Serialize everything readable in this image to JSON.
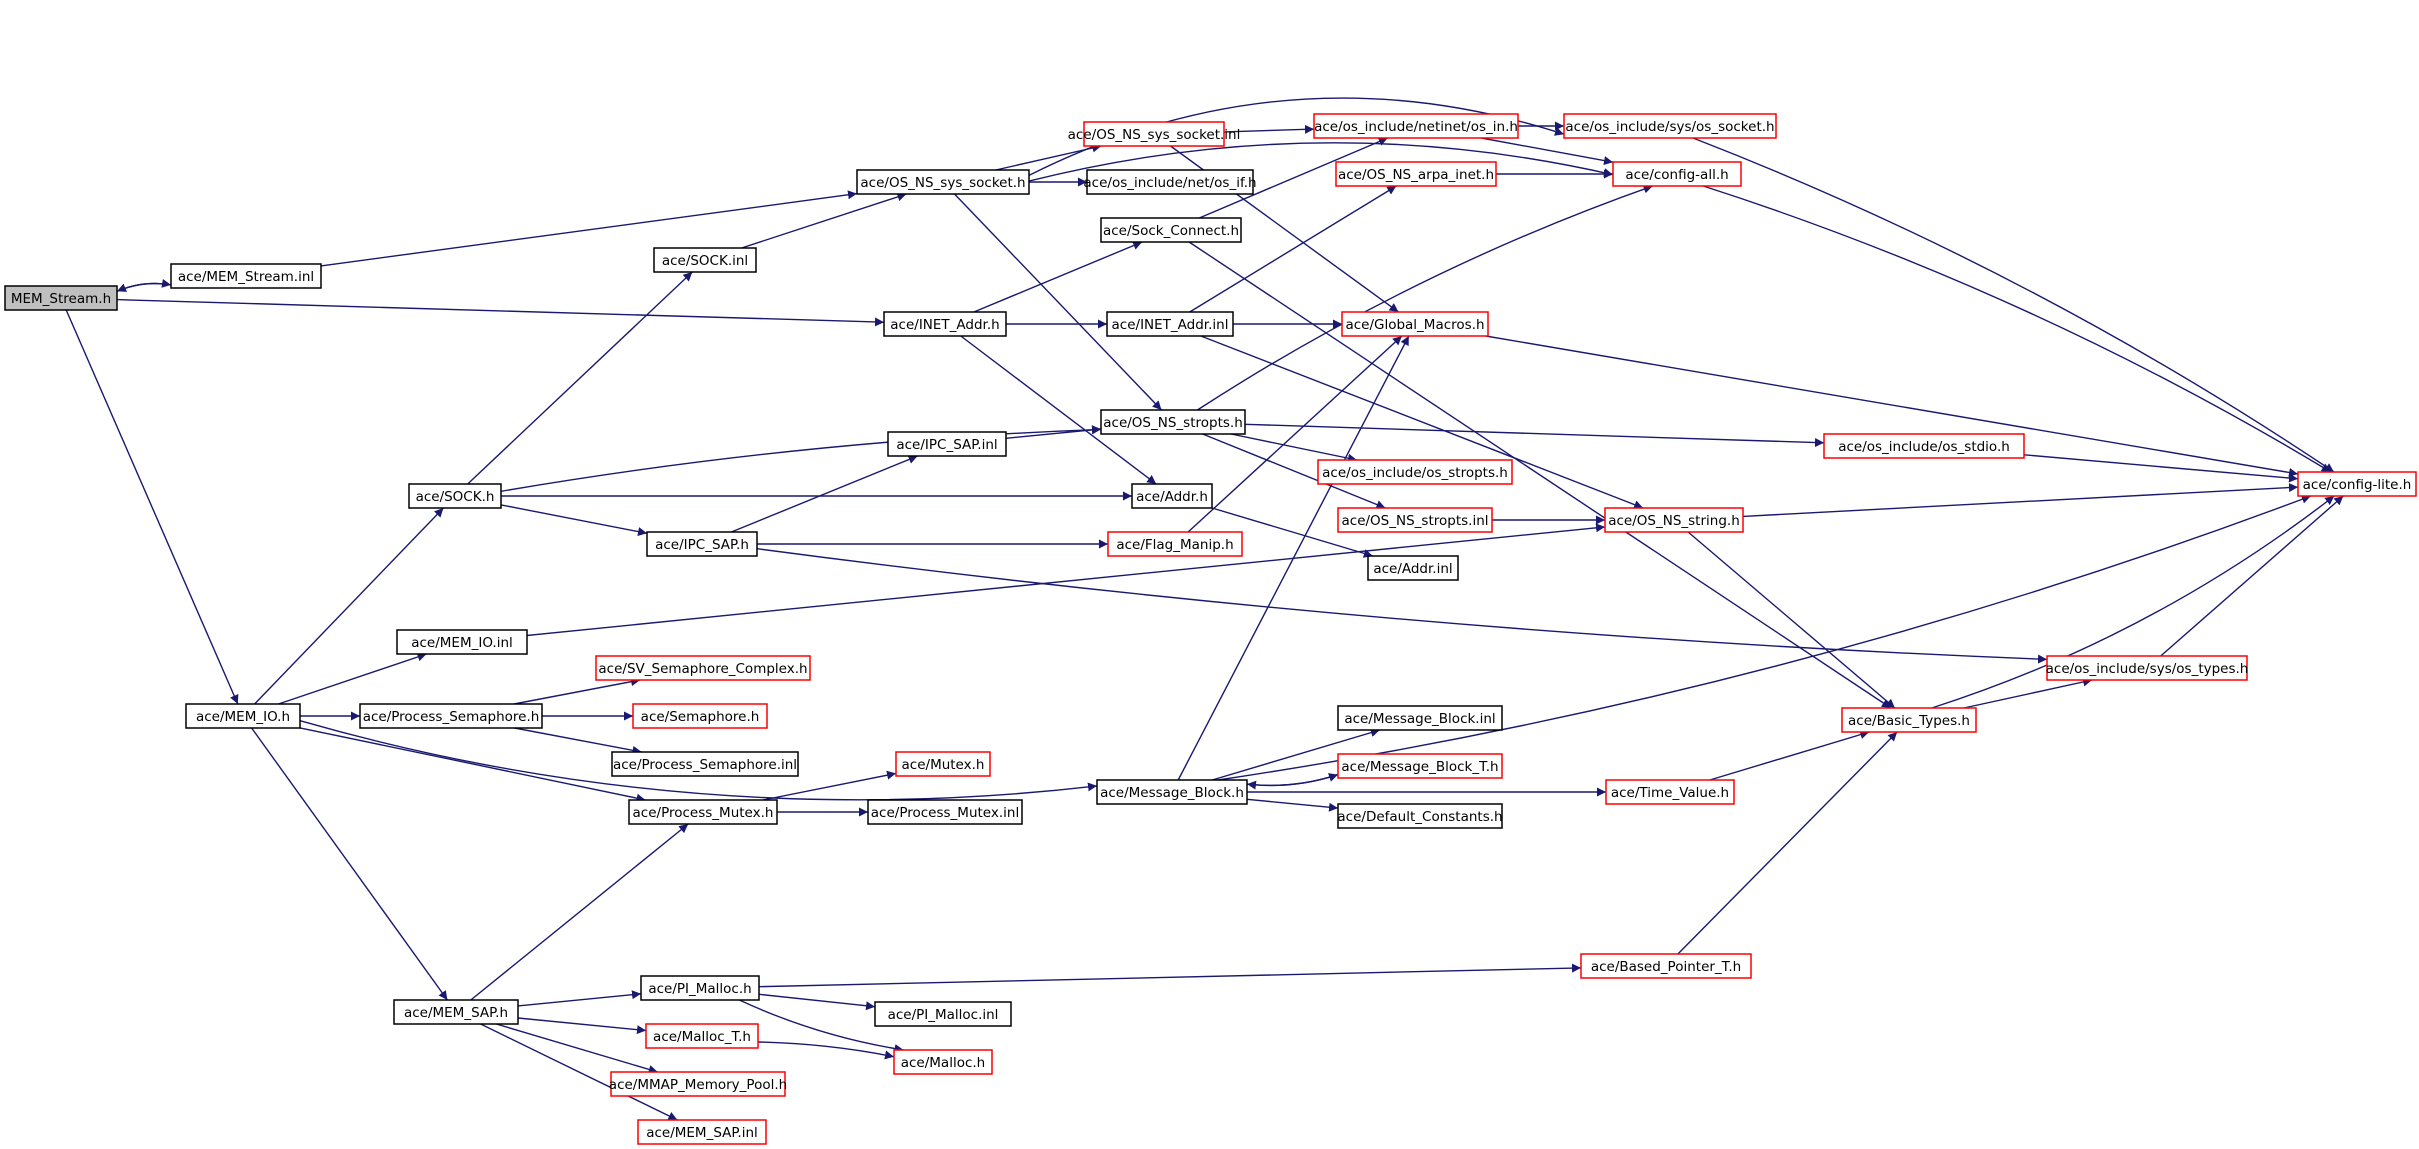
{
  "diagram": {
    "nodes": [
      {
        "id": "n0",
        "label": "MEM_Stream.h",
        "border": "root"
      },
      {
        "id": "n1",
        "label": "ace/MEM_Stream.inl",
        "border": "black"
      },
      {
        "id": "n2",
        "label": "ace/OS_NS_sys_socket.h",
        "border": "black"
      },
      {
        "id": "n3",
        "label": "ace/OS_NS_sys_socket.inl",
        "border": "red"
      },
      {
        "id": "n4",
        "label": "ace/os_include/netinet/os_in.h",
        "border": "red"
      },
      {
        "id": "n5",
        "label": "ace/os_include/sys/os_socket.h",
        "border": "red"
      },
      {
        "id": "n6",
        "label": "ace/os_include/net/os_if.h",
        "border": "black"
      },
      {
        "id": "n7",
        "label": "ace/OS_NS_arpa_inet.h",
        "border": "red"
      },
      {
        "id": "n8",
        "label": "ace/config-all.h",
        "border": "red"
      },
      {
        "id": "n9",
        "label": "ace/Sock_Connect.h",
        "border": "black"
      },
      {
        "id": "n10",
        "label": "ace/SOCK.inl",
        "border": "black"
      },
      {
        "id": "n11",
        "label": "ace/INET_Addr.h",
        "border": "black"
      },
      {
        "id": "n12",
        "label": "ace/INET_Addr.inl",
        "border": "black"
      },
      {
        "id": "n13",
        "label": "ace/Global_Macros.h",
        "border": "red"
      },
      {
        "id": "n14",
        "label": "ace/OS_NS_stropts.h",
        "border": "black"
      },
      {
        "id": "n15",
        "label": "ace/IPC_SAP.inl",
        "border": "black"
      },
      {
        "id": "n16",
        "label": "ace/os_include/os_stropts.h",
        "border": "red"
      },
      {
        "id": "n17",
        "label": "ace/os_include/os_stdio.h",
        "border": "red"
      },
      {
        "id": "n18",
        "label": "ace/config-lite.h",
        "border": "red"
      },
      {
        "id": "n19",
        "label": "ace/SOCK.h",
        "border": "black"
      },
      {
        "id": "n20",
        "label": "ace/Addr.h",
        "border": "black"
      },
      {
        "id": "n21",
        "label": "ace/IPC_SAP.h",
        "border": "black"
      },
      {
        "id": "n22",
        "label": "ace/Flag_Manip.h",
        "border": "red"
      },
      {
        "id": "n23",
        "label": "ace/OS_NS_stropts.inl",
        "border": "red"
      },
      {
        "id": "n24",
        "label": "ace/OS_NS_string.h",
        "border": "red"
      },
      {
        "id": "n25",
        "label": "ace/Addr.inl",
        "border": "black"
      },
      {
        "id": "n26",
        "label": "ace/MEM_IO.inl",
        "border": "black"
      },
      {
        "id": "n27",
        "label": "ace/SV_Semaphore_Complex.h",
        "border": "red"
      },
      {
        "id": "n28",
        "label": "ace/os_include/sys/os_types.h",
        "border": "red"
      },
      {
        "id": "n29",
        "label": "ace/MEM_IO.h",
        "border": "black"
      },
      {
        "id": "n30",
        "label": "ace/Process_Semaphore.h",
        "border": "black"
      },
      {
        "id": "n31",
        "label": "ace/Semaphore.h",
        "border": "red"
      },
      {
        "id": "n32",
        "label": "ace/Message_Block.inl",
        "border": "black"
      },
      {
        "id": "n33",
        "label": "ace/Basic_Types.h",
        "border": "red"
      },
      {
        "id": "n34",
        "label": "ace/Process_Semaphore.inl",
        "border": "black"
      },
      {
        "id": "n35",
        "label": "ace/Mutex.h",
        "border": "red"
      },
      {
        "id": "n36",
        "label": "ace/Message_Block_T.h",
        "border": "red"
      },
      {
        "id": "n37",
        "label": "ace/Message_Block.h",
        "border": "black"
      },
      {
        "id": "n38",
        "label": "ace/Time_Value.h",
        "border": "red"
      },
      {
        "id": "n39",
        "label": "ace/Process_Mutex.h",
        "border": "black"
      },
      {
        "id": "n40",
        "label": "ace/Process_Mutex.inl",
        "border": "black"
      },
      {
        "id": "n41",
        "label": "ace/Default_Constants.h",
        "border": "black"
      },
      {
        "id": "n42",
        "label": "ace/Based_Pointer_T.h",
        "border": "red"
      },
      {
        "id": "n43",
        "label": "ace/PI_Malloc.h",
        "border": "black"
      },
      {
        "id": "n44",
        "label": "ace/MEM_SAP.h",
        "border": "black"
      },
      {
        "id": "n45",
        "label": "ace/PI_Malloc.inl",
        "border": "black"
      },
      {
        "id": "n46",
        "label": "ace/Malloc_T.h",
        "border": "red"
      },
      {
        "id": "n47",
        "label": "ace/Malloc.h",
        "border": "red"
      },
      {
        "id": "n48",
        "label": "ace/MMAP_Memory_Pool.h",
        "border": "red"
      },
      {
        "id": "n49",
        "label": "ace/MEM_SAP.inl",
        "border": "red"
      }
    ],
    "edges": [
      [
        "n0",
        "n1"
      ],
      [
        "n1",
        "n0"
      ],
      [
        "n1",
        "n2"
      ],
      [
        "n0",
        "n11"
      ],
      [
        "n0",
        "n29"
      ],
      [
        "n2",
        "n3"
      ],
      [
        "n2",
        "n6"
      ],
      [
        "n2",
        "n5"
      ],
      [
        "n2",
        "n8"
      ],
      [
        "n2",
        "n14"
      ],
      [
        "n3",
        "n4"
      ],
      [
        "n3",
        "n13"
      ],
      [
        "n4",
        "n5"
      ],
      [
        "n4",
        "n8"
      ],
      [
        "n5",
        "n18"
      ],
      [
        "n7",
        "n8"
      ],
      [
        "n8",
        "n18"
      ],
      [
        "n9",
        "n4"
      ],
      [
        "n9",
        "n33"
      ],
      [
        "n10",
        "n2"
      ],
      [
        "n11",
        "n9"
      ],
      [
        "n11",
        "n12"
      ],
      [
        "n11",
        "n20"
      ],
      [
        "n12",
        "n7"
      ],
      [
        "n12",
        "n13"
      ],
      [
        "n12",
        "n24"
      ],
      [
        "n13",
        "n18"
      ],
      [
        "n14",
        "n8"
      ],
      [
        "n14",
        "n16"
      ],
      [
        "n14",
        "n17"
      ],
      [
        "n14",
        "n23"
      ],
      [
        "n15",
        "n14"
      ],
      [
        "n17",
        "n18"
      ],
      [
        "n19",
        "n10"
      ],
      [
        "n19",
        "n14"
      ],
      [
        "n19",
        "n20"
      ],
      [
        "n19",
        "n21"
      ],
      [
        "n20",
        "n25"
      ],
      [
        "n21",
        "n15"
      ],
      [
        "n21",
        "n22"
      ],
      [
        "n21",
        "n28"
      ],
      [
        "n22",
        "n13"
      ],
      [
        "n23",
        "n24"
      ],
      [
        "n24",
        "n18"
      ],
      [
        "n24",
        "n33"
      ],
      [
        "n26",
        "n24"
      ],
      [
        "n28",
        "n18"
      ],
      [
        "n29",
        "n19"
      ],
      [
        "n29",
        "n26"
      ],
      [
        "n29",
        "n30"
      ],
      [
        "n29",
        "n39"
      ],
      [
        "n29",
        "n37"
      ],
      [
        "n29",
        "n44"
      ],
      [
        "n30",
        "n27"
      ],
      [
        "n30",
        "n31"
      ],
      [
        "n30",
        "n34"
      ],
      [
        "n33",
        "n28"
      ],
      [
        "n33",
        "n18"
      ],
      [
        "n37",
        "n13"
      ],
      [
        "n37",
        "n32"
      ],
      [
        "n37",
        "n36"
      ],
      [
        "n36",
        "n37"
      ],
      [
        "n37",
        "n41"
      ],
      [
        "n37",
        "n38"
      ],
      [
        "n37",
        "n18"
      ],
      [
        "n38",
        "n33"
      ],
      [
        "n39",
        "n35"
      ],
      [
        "n39",
        "n40"
      ],
      [
        "n42",
        "n33"
      ],
      [
        "n43",
        "n42"
      ],
      [
        "n43",
        "n45"
      ],
      [
        "n43",
        "n47"
      ],
      [
        "n44",
        "n39"
      ],
      [
        "n44",
        "n43"
      ],
      [
        "n44",
        "n46"
      ],
      [
        "n44",
        "n48"
      ],
      [
        "n44",
        "n49"
      ],
      [
        "n46",
        "n47"
      ]
    ]
  }
}
